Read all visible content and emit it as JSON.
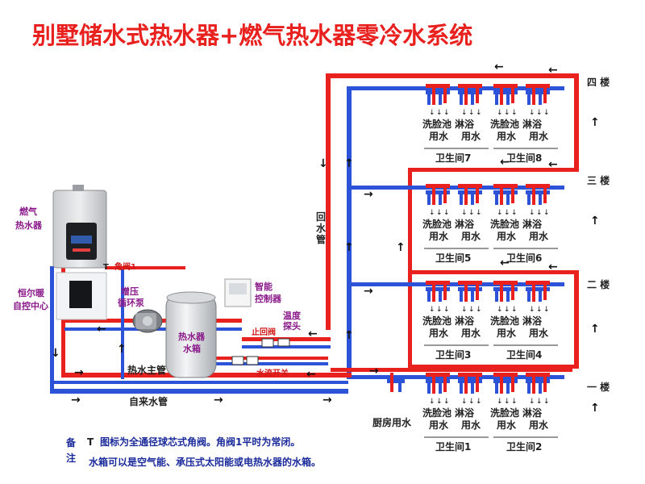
{
  "title": "别墅储水式热水器+燃气热水器零冷水系统",
  "colors": {
    "hot": "#e8201e",
    "cold": "#2c52d8",
    "title": "#e8201e",
    "label_purple": "#8a1a8a",
    "label_blue": "#1a2a9a"
  },
  "devices": {
    "gas_heater": [
      "燃气",
      "热水器"
    ],
    "hengertnuan": [
      "恒尔暖",
      "自控中心"
    ],
    "booster_pump": [
      "增压",
      "循环泵"
    ],
    "smart_controller": [
      "智能",
      "控制器"
    ],
    "tank": [
      "热水器",
      "水箱"
    ],
    "temp_probe": [
      "温度",
      "探头"
    ],
    "check_valve": "止回阀",
    "flow_switch": "水流开关",
    "angle_valve": "角阀1"
  },
  "pipes": {
    "hot_main": "热水主管",
    "cold_main": "自来水管",
    "return": [
      "回",
      "水",
      "管"
    ]
  },
  "floors": [
    "四 楼",
    "三 楼",
    "二 楼",
    "一 楼"
  ],
  "fixtures": {
    "washbasin": [
      "洗脸池",
      "用水"
    ],
    "shower": [
      "淋浴",
      "用水"
    ],
    "kitchen": "厨房用水"
  },
  "bathrooms": [
    "卫生间7",
    "卫生间8",
    "卫生间5",
    "卫生间6",
    "卫生间3",
    "卫生间4",
    "卫生间1",
    "卫生间2"
  ],
  "notes": {
    "label": [
      "备",
      "注"
    ],
    "line1": "图标为全通径球芯式角阀。角阀1平时为常闭。",
    "line2": "水箱可以是空气能、承压式太阳能或电热水器的水箱。",
    "valve_symbol": "T"
  }
}
